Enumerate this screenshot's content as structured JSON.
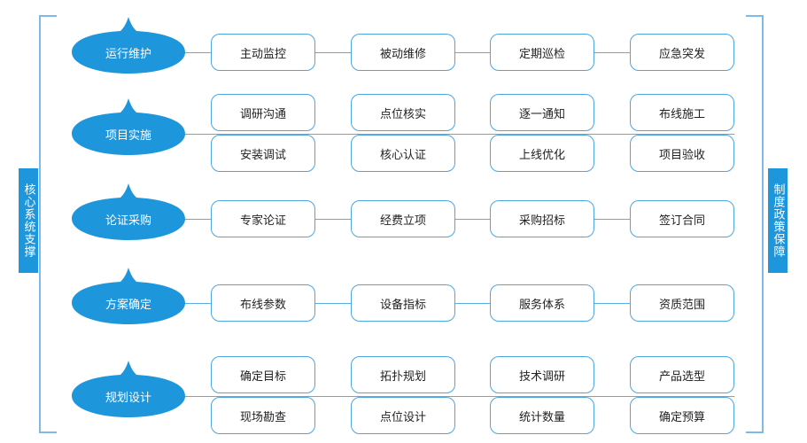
{
  "side_left": "核心系统支撑",
  "side_right": "制度政策保障",
  "rows": [
    {
      "label": "运行维护",
      "items": [
        [
          "主动监控",
          "被动维修",
          "定期巡检",
          "应急突发"
        ]
      ]
    },
    {
      "label": "项目实施",
      "items": [
        [
          "调研沟通",
          "点位核实",
          "逐一通知",
          "布线施工"
        ],
        [
          "安装调试",
          "核心认证",
          "上线优化",
          "项目验收"
        ]
      ]
    },
    {
      "label": "论证采购",
      "items": [
        [
          "专家论证",
          "经费立项",
          "采购招标",
          "签订合同"
        ]
      ]
    },
    {
      "label": "方案确定",
      "items": [
        [
          "布线参数",
          "设备指标",
          "服务体系",
          "资质范围"
        ]
      ]
    },
    {
      "label": "规划设计",
      "items": [
        [
          "确定目标",
          "拓扑规划",
          "技术调研",
          "产品选型"
        ],
        [
          "现场勘查",
          "点位设计",
          "统计数量",
          "确定预算"
        ]
      ]
    }
  ],
  "colors": {
    "accent": "#1e96dc",
    "border": "#4da6e0"
  }
}
